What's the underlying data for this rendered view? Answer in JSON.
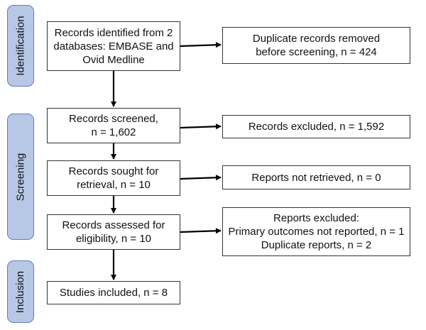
{
  "stages": {
    "identification": "Identification",
    "screening": "Screening",
    "inclusion": "Inclusion"
  },
  "main_boxes": {
    "identified": [
      "Records identified from 2",
      "databases: EMBASE and",
      "Ovid Medline"
    ],
    "screened": [
      "Records screened,",
      "n = 1,602"
    ],
    "sought": [
      "Records sought for",
      "retrieval, n = 10"
    ],
    "assessed": [
      "Records assessed for",
      "eligibility, n = 10"
    ],
    "included": [
      "Studies included, n = 8"
    ]
  },
  "side_boxes": {
    "duplicates": [
      "Duplicate records removed",
      "before screening, n = 424"
    ],
    "excluded": [
      "Records excluded, n = 1,592"
    ],
    "not_retrieved": [
      "Reports not retrieved, n = 0"
    ],
    "reports_excluded": [
      "Reports excluded:",
      "Primary outcomes not reported, n = 1",
      "Duplicate reports, n = 2"
    ]
  }
}
